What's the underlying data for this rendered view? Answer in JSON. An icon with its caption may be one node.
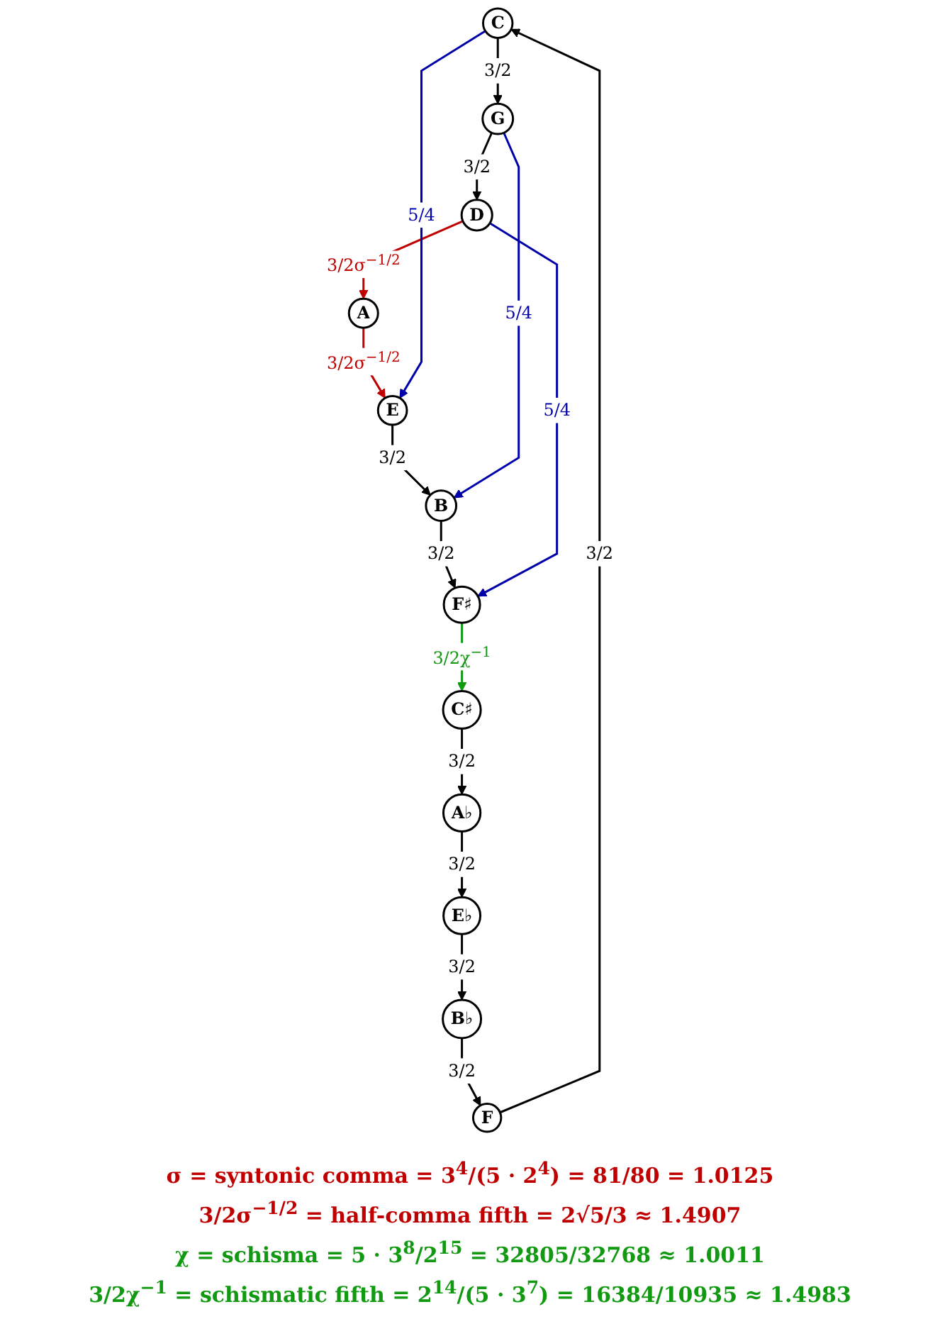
{
  "diagram": {
    "nodes": [
      {
        "text": [
          "C"
        ]
      },
      {
        "text": [
          "F"
        ]
      },
      {
        "text": [
          "G"
        ]
      },
      {
        "text": [
          "B♭"
        ]
      },
      {
        "text": [
          "D"
        ]
      },
      {
        "text": [
          "E♭"
        ]
      },
      {
        "text": [
          "A"
        ]
      },
      {
        "text": [
          "A♭"
        ]
      },
      {
        "text": [
          "E"
        ]
      },
      {
        "text": [
          "C♯"
        ]
      },
      {
        "text": [
          "B"
        ]
      },
      {
        "text": [
          "F♯"
        ]
      }
    ],
    "edges": [
      {
        "from": 0,
        "to": 2,
        "arrow": "to",
        "label": "3/2"
      },
      {
        "from": 2,
        "to": 4,
        "arrow": "to",
        "label": "3/2"
      },
      {
        "from": 4,
        "to": 6,
        "arrow": "to",
        "label": "3/2σ$^{−1/2}$",
        "color": "#c00000"
      },
      {
        "from": 6,
        "to": 8,
        "arrow": "to",
        "label": "3/2σ$^{−1/2}$",
        "color": "#c00000"
      },
      {
        "from": 8,
        "to": 10,
        "arrow": "to",
        "label": "3/2"
      },
      {
        "from": 10,
        "to": 11,
        "arrow": "to",
        "label": "3/2"
      },
      {
        "from": 11,
        "to": 9,
        "arrow": "to",
        "label": "3/2χ$^{−1}$",
        "color": "#119911"
      },
      {
        "from": 9,
        "to": 7,
        "arrow": "to",
        "label": "3/2"
      },
      {
        "from": 7,
        "to": 5,
        "arrow": "to",
        "label": "3/2"
      },
      {
        "from": 5,
        "to": 3,
        "arrow": "to",
        "label": "3/2"
      },
      {
        "from": 3,
        "to": 1,
        "arrow": "to",
        "label": "3/2"
      },
      {
        "from": 1,
        "to": 0,
        "arrow": "to",
        "label": "3/2"
      },
      {
        "from": 0,
        "to": 8,
        "arrow": "to",
        "label": "5/4",
        "color": "#0000aa"
      },
      {
        "from": 2,
        "to": 10,
        "arrow": "to",
        "label": "5/4",
        "color": "#0000aa"
      },
      {
        "from": 4,
        "to": 11,
        "arrow": "to",
        "label": "5/4",
        "color": "#0000aa"
      }
    ],
    "labels": [
      "σ = syntonic comma = 3$^{4}$/(5 · 2$^{4}$) = 81/80 = 1.0125",
      "3/2σ$^{−1/2}$ = half-comma fifth = 2√5/3 ≈ 1.4907",
      "χ = schisma = 5 · 3$^{8}$/2$^{15}$ = 32805/32768 ≈ 1.0011",
      "3/2χ$^{−1}$ = schismatic fifth = 2$^{14}$/(5 · 3$^{7}$) = 16384/10935 ≈ 1.4983"
    ]
  }
}
